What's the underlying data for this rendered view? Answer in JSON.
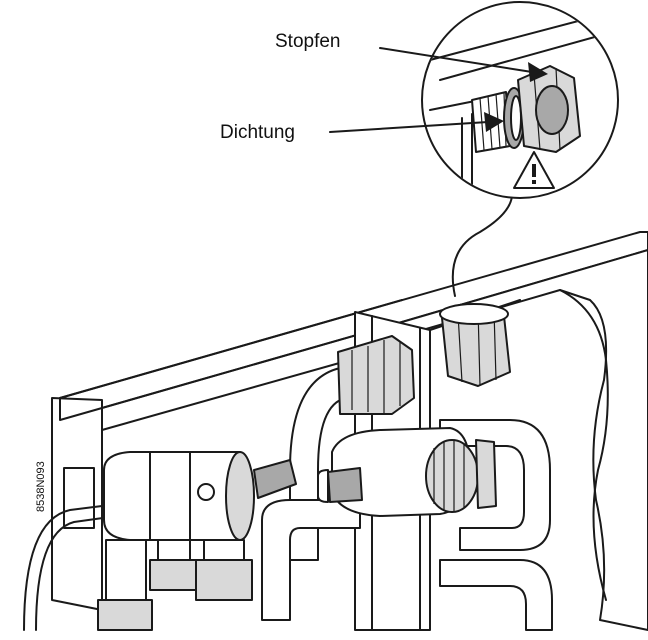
{
  "labels": {
    "stopfen": "Stopfen",
    "dichtung": "Dichtung",
    "figure_code": "8538N093"
  },
  "icons": {
    "warning": "warning-triangle-icon"
  },
  "colors": {
    "line": "#1a1a1a",
    "light_fill": "#d9d9d9",
    "dark_fill": "#a8a8a8"
  }
}
